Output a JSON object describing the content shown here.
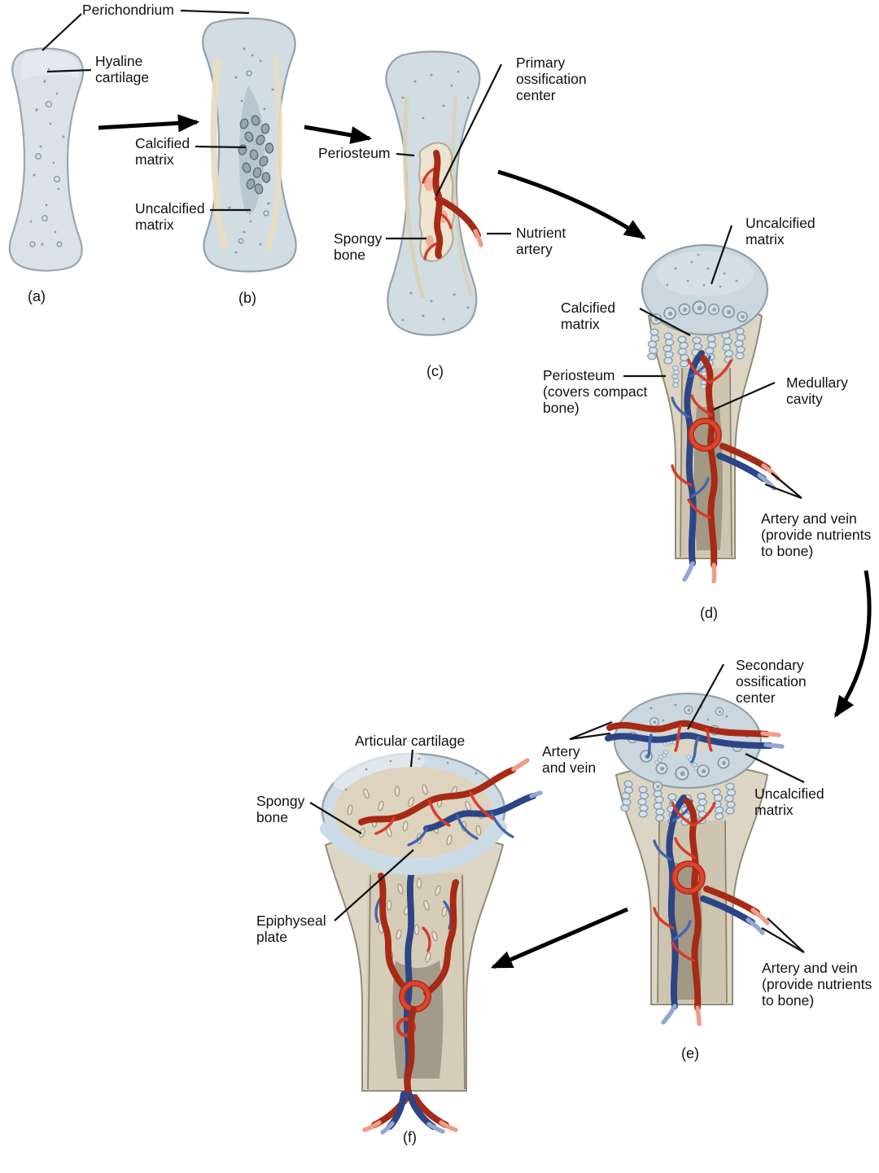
{
  "figure": "endochondral-ossification-stages",
  "stage_sequence": [
    "a",
    "b",
    "c",
    "d",
    "e",
    "f"
  ],
  "stages": {
    "a": {
      "caption": "(a)"
    },
    "b": {
      "caption": "(b)"
    },
    "c": {
      "caption": "(c)"
    },
    "d": {
      "caption": "(d)"
    },
    "e": {
      "caption": "(e)"
    },
    "f": {
      "caption": "(f)"
    }
  },
  "labels": {
    "perichondrium": "Perichondrium",
    "hyaline_cartilage": "Hyaline\ncartilage",
    "calcified_matrix_b": "Calcified\nmatrix",
    "uncalcified_matrix_b": "Uncalcified\nmatrix",
    "primary_ossification_center": "Primary\nossification\ncenter",
    "periosteum_c": "Periosteum",
    "spongy_bone_c": "Spongy\nbone",
    "nutrient_artery": "Nutrient\nartery",
    "uncalcified_matrix_d": "Uncalcified\nmatrix",
    "calcified_matrix_d": "Calcified\nmatrix",
    "periosteum_d": "Periosteum\n(covers compact\nbone)",
    "medullary_cavity": "Medullary\ncavity",
    "artery_and_vein_d": "Artery and vein\n(provide nutrients\nto bone)",
    "secondary_ossification_center": "Secondary\nossification\ncenter",
    "artery_and_vein_e_left": "Artery\nand vein",
    "uncalcified_matrix_e": "Uncalcified\nmatrix",
    "artery_and_vein_e_right": "Artery and vein\n(provide nutrients\nto bone)",
    "articular_cartilage": "Articular cartilage",
    "spongy_bone_f": "Spongy\nbone",
    "epiphyseal_plate": "Epiphyseal\nplate"
  },
  "palette": {
    "cartilage_fill": "#dbe2e7",
    "cartilage_head": "#cbd6de",
    "cartilage_outline": "#8fa0ac",
    "bone_tan": "#ddd5c4",
    "tan_band": "#e8dcc0",
    "marrow_dark": "#9d9480",
    "artery_red": "#e2432c",
    "vein_blue": "#4a69b4",
    "artery_cut_tip": "#f29b86",
    "vein_cut_tip": "#92a7d4",
    "leader_line": "#111111",
    "arrow": "#000000"
  }
}
